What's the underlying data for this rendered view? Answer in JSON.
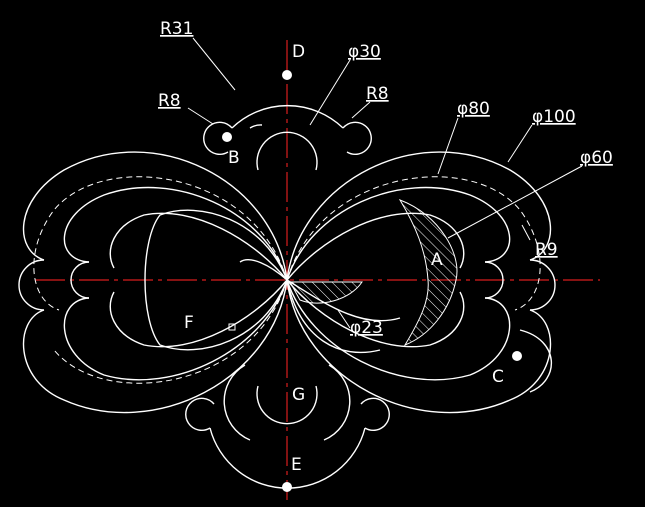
{
  "points": {
    "D": "D",
    "B": "B",
    "A": "A",
    "C": "C",
    "F": "F",
    "G": "G",
    "E": "E"
  },
  "dimensions": {
    "r31": "R31",
    "r8_left": "R8",
    "r8_right": "R8",
    "phi30": "φ30",
    "phi80": "φ80",
    "phi100": "φ100",
    "phi60": "φ60",
    "r9": "R9",
    "phi23": "φ23"
  },
  "colors": {
    "background": "#000000",
    "geometry": "#ffffff",
    "centerline": "#d81e1e"
  }
}
